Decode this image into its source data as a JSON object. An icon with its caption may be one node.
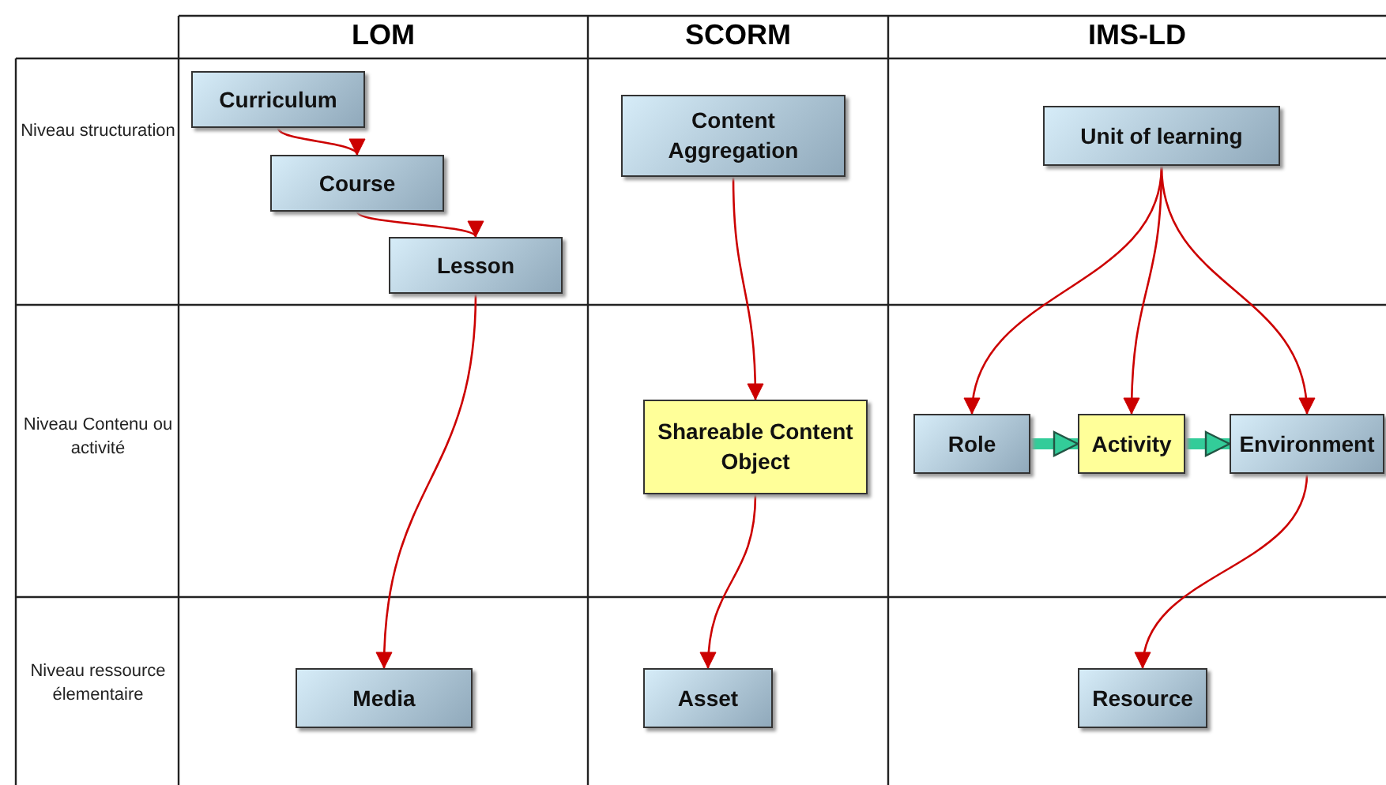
{
  "diagram": {
    "nodes": [
      {
        "text": [
          "Curriculum"
        ]
      },
      {
        "text": [
          "Course"
        ]
      },
      {
        "text": [
          "Lesson"
        ]
      },
      {
        "text": [
          "Content Aggregation"
        ]
      },
      {
        "text": [
          "Shareable Content Object"
        ]
      },
      {
        "text": [
          "Asset"
        ]
      },
      {
        "text": [
          "Media"
        ]
      },
      {
        "text": [
          "Unit of learning"
        ]
      },
      {
        "text": [
          "Role"
        ]
      },
      {
        "text": [
          "Activity"
        ]
      },
      {
        "text": [
          "Environment"
        ]
      },
      {
        "text": [
          "Resource"
        ]
      }
    ],
    "edges": [
      {
        "from": 0,
        "to": 1,
        "arrow": "to"
      },
      {
        "from": 1,
        "to": 2,
        "arrow": "to"
      },
      {
        "from": 2,
        "to": 6,
        "arrow": "to"
      },
      {
        "from": 3,
        "to": 4,
        "arrow": "to"
      },
      {
        "from": 4,
        "to": 5,
        "arrow": "to"
      },
      {
        "from": 7,
        "to": 8,
        "arrow": "to"
      },
      {
        "from": 7,
        "to": 9,
        "arrow": "to"
      },
      {
        "from": 7,
        "to": 10,
        "arrow": "to"
      },
      {
        "from": 8,
        "to": 9,
        "arrow": "to",
        "style": "thick",
        "color": "#33cc99"
      },
      {
        "from": 9,
        "to": 10,
        "arrow": "to",
        "style": "thick",
        "color": "#33cc99"
      },
      {
        "from": 10,
        "to": 11,
        "arrow": "to"
      }
    ],
    "labels": [
      "LOM",
      "SCORM",
      "IMS-LD",
      "Niveau structuration",
      "Niveau Contenu ou activité",
      "Niveau ressource élementaire"
    ]
  }
}
